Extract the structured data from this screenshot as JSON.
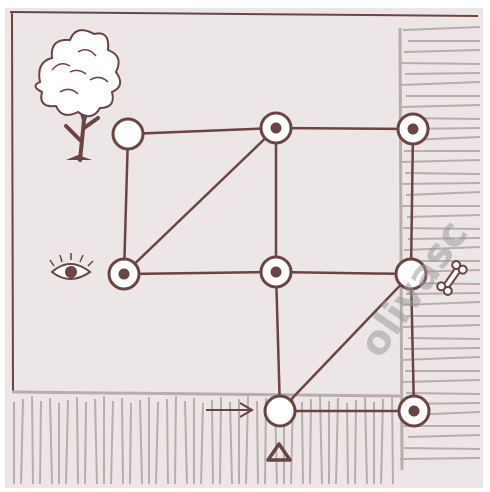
{
  "puzzle": {
    "colors": {
      "paper": "#ece6e6",
      "ink": "#6b4444",
      "hatch": "#b9adad",
      "node_fill": "#ffffff",
      "watermark": "#9a9a9a"
    },
    "nodes": [
      {
        "id": "n-top-left",
        "state": "empty"
      },
      {
        "id": "n-top-mid",
        "state": "dot"
      },
      {
        "id": "n-top-right",
        "state": "dot"
      },
      {
        "id": "n-mid-left",
        "state": "dot"
      },
      {
        "id": "n-center",
        "state": "dot"
      },
      {
        "id": "n-mid-right",
        "state": "empty"
      },
      {
        "id": "n-bottom-mid",
        "state": "empty"
      },
      {
        "id": "n-bottom-right",
        "state": "dot"
      }
    ],
    "edges": [
      [
        "n-top-left",
        "n-top-mid"
      ],
      [
        "n-top-mid",
        "n-top-right"
      ],
      [
        "n-top-left",
        "n-mid-left"
      ],
      [
        "n-top-mid",
        "n-center"
      ],
      [
        "n-top-right",
        "n-mid-right"
      ],
      [
        "n-mid-left",
        "n-top-mid"
      ],
      [
        "n-mid-left",
        "n-center"
      ],
      [
        "n-center",
        "n-mid-right"
      ],
      [
        "n-center",
        "n-bottom-mid"
      ],
      [
        "n-bottom-mid",
        "n-mid-right"
      ],
      [
        "n-mid-right",
        "n-bottom-right"
      ],
      [
        "n-bottom-mid",
        "n-bottom-right"
      ]
    ],
    "icons": {
      "tree": "tree-icon",
      "eye": "eye-icon",
      "bone": "bone-icon",
      "arrow": "arrow-right-icon",
      "start": "triangle-icon"
    },
    "watermark": "olivasc"
  }
}
